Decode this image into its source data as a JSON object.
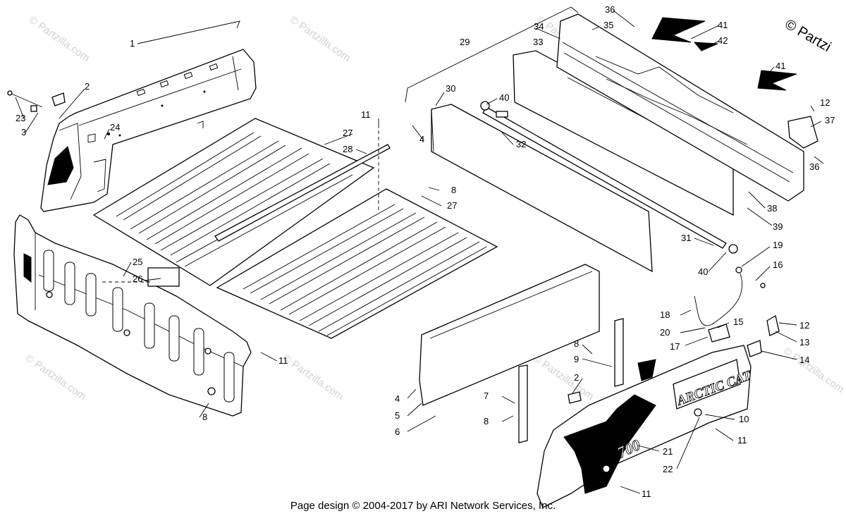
{
  "diagram": {
    "callouts": [
      {
        "id": "c1",
        "text": "1"
      },
      {
        "id": "c2a",
        "text": "2"
      },
      {
        "id": "c3",
        "text": "3"
      },
      {
        "id": "c23",
        "text": "23"
      },
      {
        "id": "c24",
        "text": "24"
      },
      {
        "id": "c25",
        "text": "25"
      },
      {
        "id": "c26",
        "text": "26"
      },
      {
        "id": "c11a",
        "text": "11"
      },
      {
        "id": "c27a",
        "text": "27"
      },
      {
        "id": "c28",
        "text": "28"
      },
      {
        "id": "c8a",
        "text": "8"
      },
      {
        "id": "c27b",
        "text": "27"
      },
      {
        "id": "c11b",
        "text": "11"
      },
      {
        "id": "c8b",
        "text": "8"
      },
      {
        "id": "c29",
        "text": "29"
      },
      {
        "id": "c30",
        "text": "30"
      },
      {
        "id": "c4a",
        "text": "4"
      },
      {
        "id": "c40a",
        "text": "40"
      },
      {
        "id": "c32",
        "text": "32"
      },
      {
        "id": "c33",
        "text": "33"
      },
      {
        "id": "c34",
        "text": "34"
      },
      {
        "id": "c35",
        "text": "35"
      },
      {
        "id": "c36a",
        "text": "36"
      },
      {
        "id": "c41a",
        "text": "41"
      },
      {
        "id": "c42",
        "text": "42"
      },
      {
        "id": "c41b",
        "text": "41"
      },
      {
        "id": "c12a",
        "text": "12"
      },
      {
        "id": "c37",
        "text": "37"
      },
      {
        "id": "c36b",
        "text": "36"
      },
      {
        "id": "c38",
        "text": "38"
      },
      {
        "id": "c39",
        "text": "39"
      },
      {
        "id": "c31",
        "text": "31"
      },
      {
        "id": "c40b",
        "text": "40"
      },
      {
        "id": "c19",
        "text": "19"
      },
      {
        "id": "c16",
        "text": "16"
      },
      {
        "id": "c18",
        "text": "18"
      },
      {
        "id": "c20",
        "text": "20"
      },
      {
        "id": "c15",
        "text": "15"
      },
      {
        "id": "c17",
        "text": "17"
      },
      {
        "id": "c12b",
        "text": "12"
      },
      {
        "id": "c13",
        "text": "13"
      },
      {
        "id": "c14",
        "text": "14"
      },
      {
        "id": "c8c",
        "text": "8"
      },
      {
        "id": "c9",
        "text": "9"
      },
      {
        "id": "c2b",
        "text": "2"
      },
      {
        "id": "c4b",
        "text": "4"
      },
      {
        "id": "c5",
        "text": "5"
      },
      {
        "id": "c6",
        "text": "6"
      },
      {
        "id": "c7",
        "text": "7"
      },
      {
        "id": "c8d",
        "text": "8"
      },
      {
        "id": "c10",
        "text": "10"
      },
      {
        "id": "c11c",
        "text": "11"
      },
      {
        "id": "c21",
        "text": "21"
      },
      {
        "id": "c22",
        "text": "22"
      },
      {
        "id": "c11d",
        "text": "11"
      }
    ],
    "brand_text": "ARCTIC CAT",
    "model_text": "700",
    "watermark": "© Partzilla.com",
    "corner_watermark": "© Partzi",
    "footer": "Page design © 2004-2017 by ARI Network Services, Inc."
  }
}
